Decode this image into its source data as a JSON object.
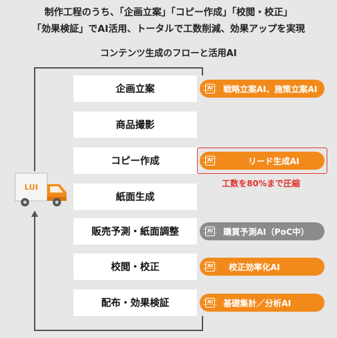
{
  "headline": {
    "line1": "制作工程のうち、「企画立案」「コピー作成」「校閲・校正」",
    "line2": "「効果検証」でAI活用、トータルで工数削減、効果アップを実現"
  },
  "subtitle": "コンテンツ生成のフローと活用AI",
  "ai_icon_text": "AI",
  "steps": [
    {
      "label": "企画立案",
      "ai": {
        "label": "戦略立案AI、施策立案AI",
        "style": "orange"
      }
    },
    {
      "label": "商品撮影",
      "ai": null
    },
    {
      "label": "コピー作成",
      "ai": {
        "label": "リード生成AI",
        "style": "orange",
        "highlighted": true
      }
    },
    {
      "label": "紙面生成",
      "ai": null
    },
    {
      "label": "販売予測・紙面調整",
      "ai": {
        "label": "購買予測AI（PoC中）",
        "style": "gray"
      }
    },
    {
      "label": "校閲・校正",
      "ai": {
        "label": "校正効率化AI",
        "style": "orange"
      }
    },
    {
      "label": "配布・効果検証",
      "ai": {
        "label": "基礎集計／分析AI",
        "style": "orange"
      }
    }
  ],
  "reduction_note": "工数を80%まで圧縮",
  "colors": {
    "background": "#e7e7e7",
    "accent_orange": "#f28a1b",
    "pill_gray": "#8b8b8b",
    "alert_red": "#e0312d",
    "loop_line": "#555555"
  },
  "truck": {
    "icon": "delivery-truck",
    "logo_text": "LUI"
  }
}
